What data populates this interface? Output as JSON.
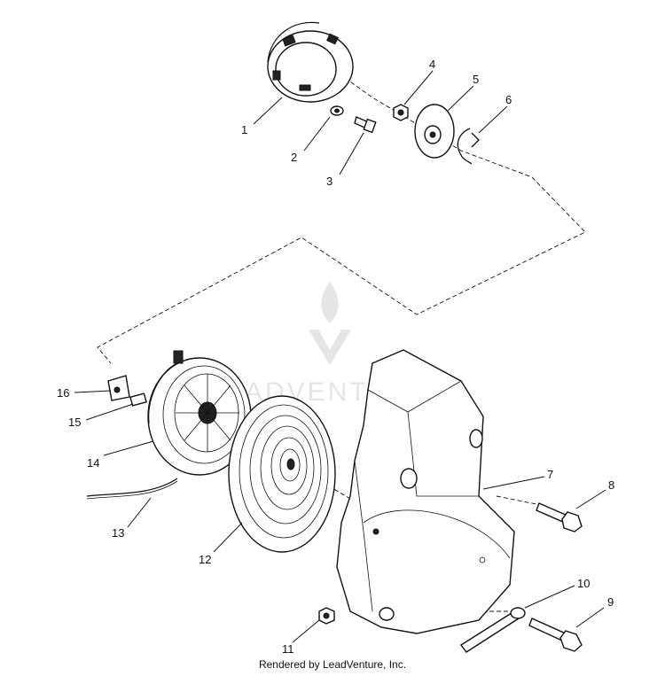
{
  "callouts": [
    {
      "id": "1",
      "label": "1"
    },
    {
      "id": "2",
      "label": "2"
    },
    {
      "id": "3",
      "label": "3"
    },
    {
      "id": "4",
      "label": "4"
    },
    {
      "id": "5",
      "label": "5"
    },
    {
      "id": "6",
      "label": "6"
    },
    {
      "id": "7",
      "label": "7"
    },
    {
      "id": "8",
      "label": "8"
    },
    {
      "id": "9",
      "label": "9"
    },
    {
      "id": "10",
      "label": "10"
    },
    {
      "id": "11",
      "label": "11"
    },
    {
      "id": "12",
      "label": "12"
    },
    {
      "id": "13",
      "label": "13"
    },
    {
      "id": "14",
      "label": "14"
    },
    {
      "id": "15",
      "label": "15"
    },
    {
      "id": "16",
      "label": "16"
    }
  ],
  "watermark": {
    "text": "ADVENTURE"
  },
  "footer": {
    "text": "Rendered by LeadVenture, Inc."
  }
}
